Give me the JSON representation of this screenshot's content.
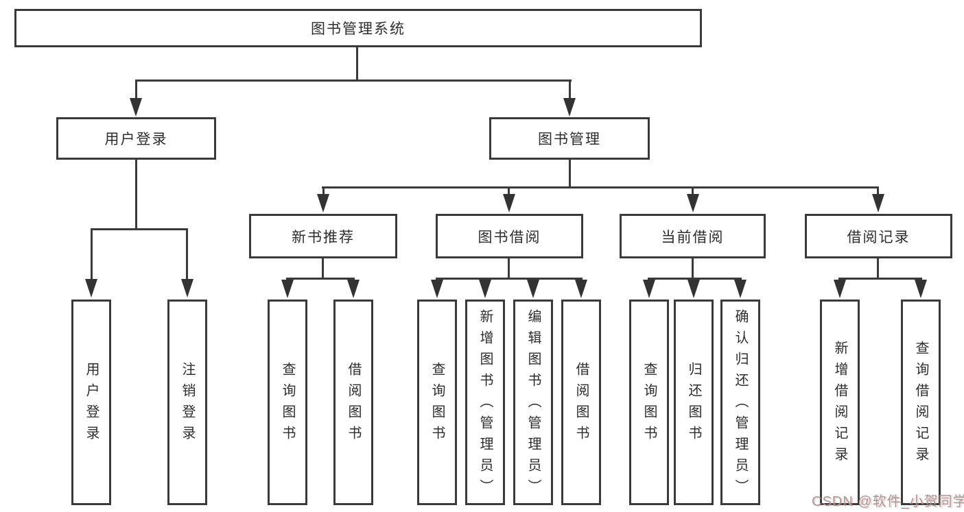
{
  "diagram": {
    "title": "图书管理系统",
    "level2": [
      "用户登录",
      "图书管理"
    ],
    "level3": [
      "新书推荐",
      "图书借阅",
      "当前借阅",
      "借阅记录"
    ],
    "leaves": {
      "user_login": [
        "用户登录",
        "注销登录"
      ],
      "new_book_recommend": [
        "查询图书",
        "借阅图书"
      ],
      "book_borrow": [
        "查询图书",
        "新增图书（管理员）",
        "编辑图书（管理员）",
        "借阅图书"
      ],
      "current_borrow": [
        "查询图书",
        "归还图书",
        "确认归还（管理员）"
      ],
      "borrow_record": [
        "新增借阅记录",
        "查询借阅记录"
      ]
    },
    "colors": {
      "line": "#3a3a3a",
      "box_border": "#3a3a3a",
      "text": "#2d2d2d",
      "background": "#ffffff",
      "watermark": "#9e9e9e"
    }
  },
  "watermark": {
    "text": "CSDN @软件_小贺同学"
  }
}
